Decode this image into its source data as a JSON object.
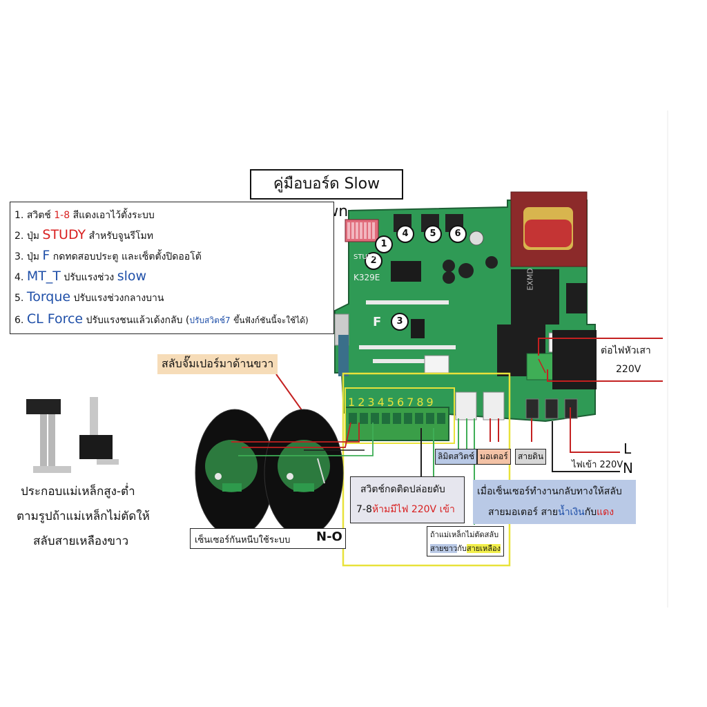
{
  "title": {
    "prefix": "คู่มือบอร์ด",
    "name": "Slow Down"
  },
  "legend": [
    {
      "num": "1.",
      "pre": "สวิตช์",
      "key": "1-8",
      "post": "สีแดงเอาไว้ตั้งระบบ"
    },
    {
      "num": "2.",
      "pre": "ปุ่ม",
      "key": "STUDY",
      "post": "สำหรับจูนรีโมท"
    },
    {
      "num": "3.",
      "pre": "ปุ่ม",
      "key": "F",
      "post": "กดทดสอบประตู และเซ็ตตั้งปิดออโต้"
    },
    {
      "num": "4.",
      "pre": "",
      "key": "MT_T",
      "post": "ปรับแรงช่วง",
      "post_key": "slow"
    },
    {
      "num": "5.",
      "pre": "",
      "key": "Torque",
      "post": "ปรับแรงช่วงกลางบาน"
    },
    {
      "num": "6.",
      "pre": "",
      "key": "CL Force",
      "post": "ปรับแรงชนแล้วเด้งกลับ (",
      "note": "ปรับสวิตช์7",
      "post2": "ขึ้นฟังก์ชันนี้จะใช้ได้)"
    }
  ],
  "callout_numbers": [
    "1",
    "2",
    "3",
    "4",
    "5",
    "6"
  ],
  "board_text": {
    "study": "STUDY",
    "model": "K329E",
    "f_button": "F",
    "relay_brand": "EXMD"
  },
  "terminal_numbers": [
    "1",
    "2",
    "3",
    "4",
    "5",
    "6",
    "7",
    "8",
    "9"
  ],
  "labels": {
    "jumper": "สลับจั๊มเปอร์มาด้านขวา",
    "power_in_title": "ต่อไฟหัวเสา",
    "power_in_voltage": "220V",
    "line_L": "L",
    "line_N": "N",
    "mains": "ไฟเข้า 220V",
    "limit_switch": "ลิมิตสวิตช์",
    "motor": "มอเตอร์",
    "ground": "สายดิน",
    "push_switch_line1": "สวิตช์กดติดปล่อยดับ",
    "push_switch_pre": "7-8",
    "push_switch_warn": "ห้ามมีไฟ",
    "push_switch_volt": "220V",
    "push_switch_post": "เข้า",
    "sensor_reverse_line1": "เมื่อเซ็นเซอร์ทำงานกลับทางให้สลับ",
    "sensor_reverse_pre": "สายมอเตอร์ สาย",
    "sensor_reverse_blue": "น้ำเงิน",
    "sensor_reverse_mid": "กับ",
    "sensor_reverse_red": "แดง",
    "magnet_note_line1": "ถ้าแม่เหล็กไม่ตัดสลับ",
    "magnet_note_white": "สายขาว",
    "magnet_note_mid": "กับ",
    "magnet_note_yellow": "สายเหลือง",
    "sensor_caption": "เซ็นเซอร์กันหนีบใช้ระบบ",
    "sensor_mode": "N-O",
    "magnet_line1": "ประกอบแม่เหล็กสูง-ต่ำ",
    "magnet_line2": "ตามรูปถ้าแม่เหล็กไม่ตัดให้",
    "magnet_line3": "สลับสายเหลืองขาว"
  },
  "colors": {
    "pcb": "#2f9a55",
    "pcb_dark": "#1f6e3c",
    "terminal": "#3a9e48",
    "yellow_box": "#e8e23a",
    "red": "#d81f1f",
    "blue": "#1f4fa8",
    "label_blue_bg": "#b9c9e6",
    "label_peach_bg": "#f3c2a6",
    "jumper_bg": "#f6dcb8",
    "note_bg": "#d9d9e6"
  }
}
